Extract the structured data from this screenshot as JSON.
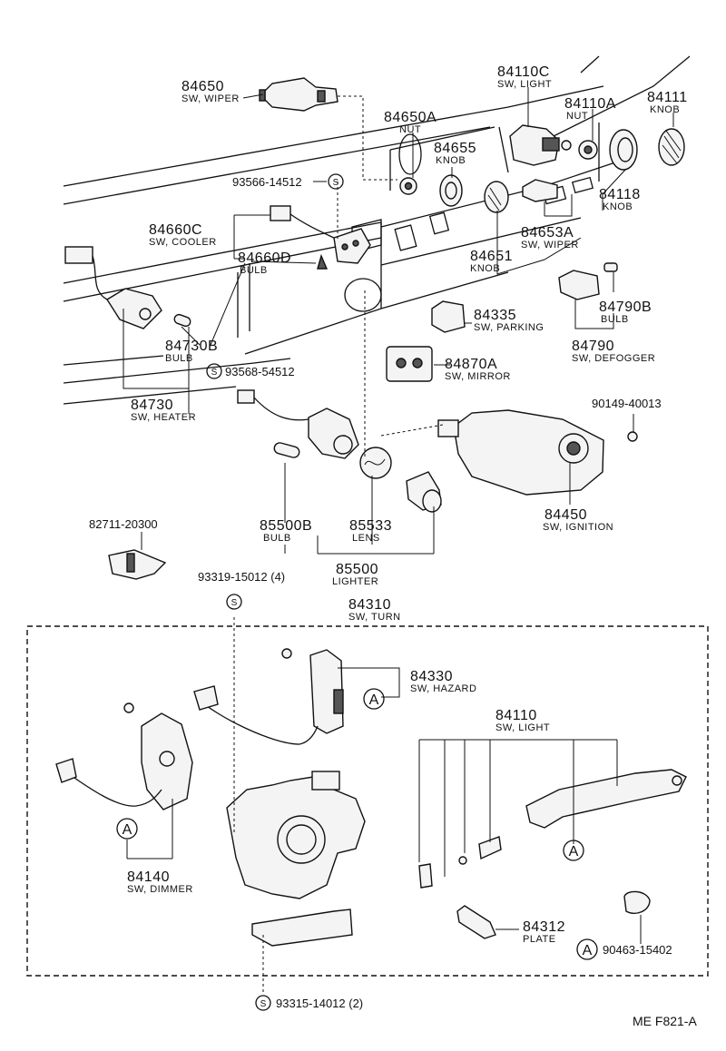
{
  "parts": {
    "p84650": {
      "num": "84650",
      "desc": "SW, WIPER"
    },
    "p84650A": {
      "num": "84650A",
      "desc": "NUT"
    },
    "p84110C": {
      "num": "84110C",
      "desc": "SW, LIGHT"
    },
    "p84110A": {
      "num": "84110A",
      "desc": "NUT"
    },
    "p84111": {
      "num": "84111",
      "desc": "KNOB"
    },
    "p84655": {
      "num": "84655",
      "desc": "KNOB"
    },
    "p93566": {
      "num": "93566-14512"
    },
    "p84118": {
      "num": "84118",
      "desc": "KNOB"
    },
    "p84660C": {
      "num": "84660C",
      "desc": "SW, COOLER"
    },
    "p84660D": {
      "num": "84660D",
      "desc": "BULB"
    },
    "p84653A": {
      "num": "84653A",
      "desc": "SW, WIPER"
    },
    "p84651": {
      "num": "84651",
      "desc": "KNOB"
    },
    "p84790B": {
      "num": "84790B",
      "desc": "BULB"
    },
    "p84335": {
      "num": "84335",
      "desc": "SW, PARKING"
    },
    "p84790": {
      "num": "84790",
      "desc": "SW, DEFOGGER"
    },
    "p84730B": {
      "num": "84730B",
      "desc": "BULB"
    },
    "p93568": {
      "num": "93568-54512"
    },
    "p84870A": {
      "num": "84870A",
      "desc": "SW, MIRROR"
    },
    "p84730": {
      "num": "84730",
      "desc": "SW, HEATER"
    },
    "p90149": {
      "num": "90149-40013"
    },
    "p84450": {
      "num": "84450",
      "desc": "SW, IGNITION"
    },
    "p82711": {
      "num": "82711-20300"
    },
    "p85500B": {
      "num": "85500B",
      "desc": "BULB"
    },
    "p85533": {
      "num": "85533",
      "desc": "LENS"
    },
    "p85500": {
      "num": "85500",
      "desc": "LIGHTER"
    },
    "p93319": {
      "num": "93319-15012 (4)"
    },
    "p84310": {
      "num": "84310",
      "desc": "SW, TURN"
    },
    "p84330": {
      "num": "84330",
      "desc": "SW, HAZARD"
    },
    "p84110": {
      "num": "84110",
      "desc": "SW, LIGHT"
    },
    "p84140": {
      "num": "84140",
      "desc": "SW, DIMMER"
    },
    "p84312": {
      "num": "84312",
      "desc": "PLATE"
    },
    "p90463": {
      "num": "90463-15402"
    },
    "p93315": {
      "num": "93315-14012 (2)"
    }
  },
  "markers": {
    "assembly": "A",
    "screw": "S"
  },
  "footer": {
    "code": "ME  F821-A"
  }
}
